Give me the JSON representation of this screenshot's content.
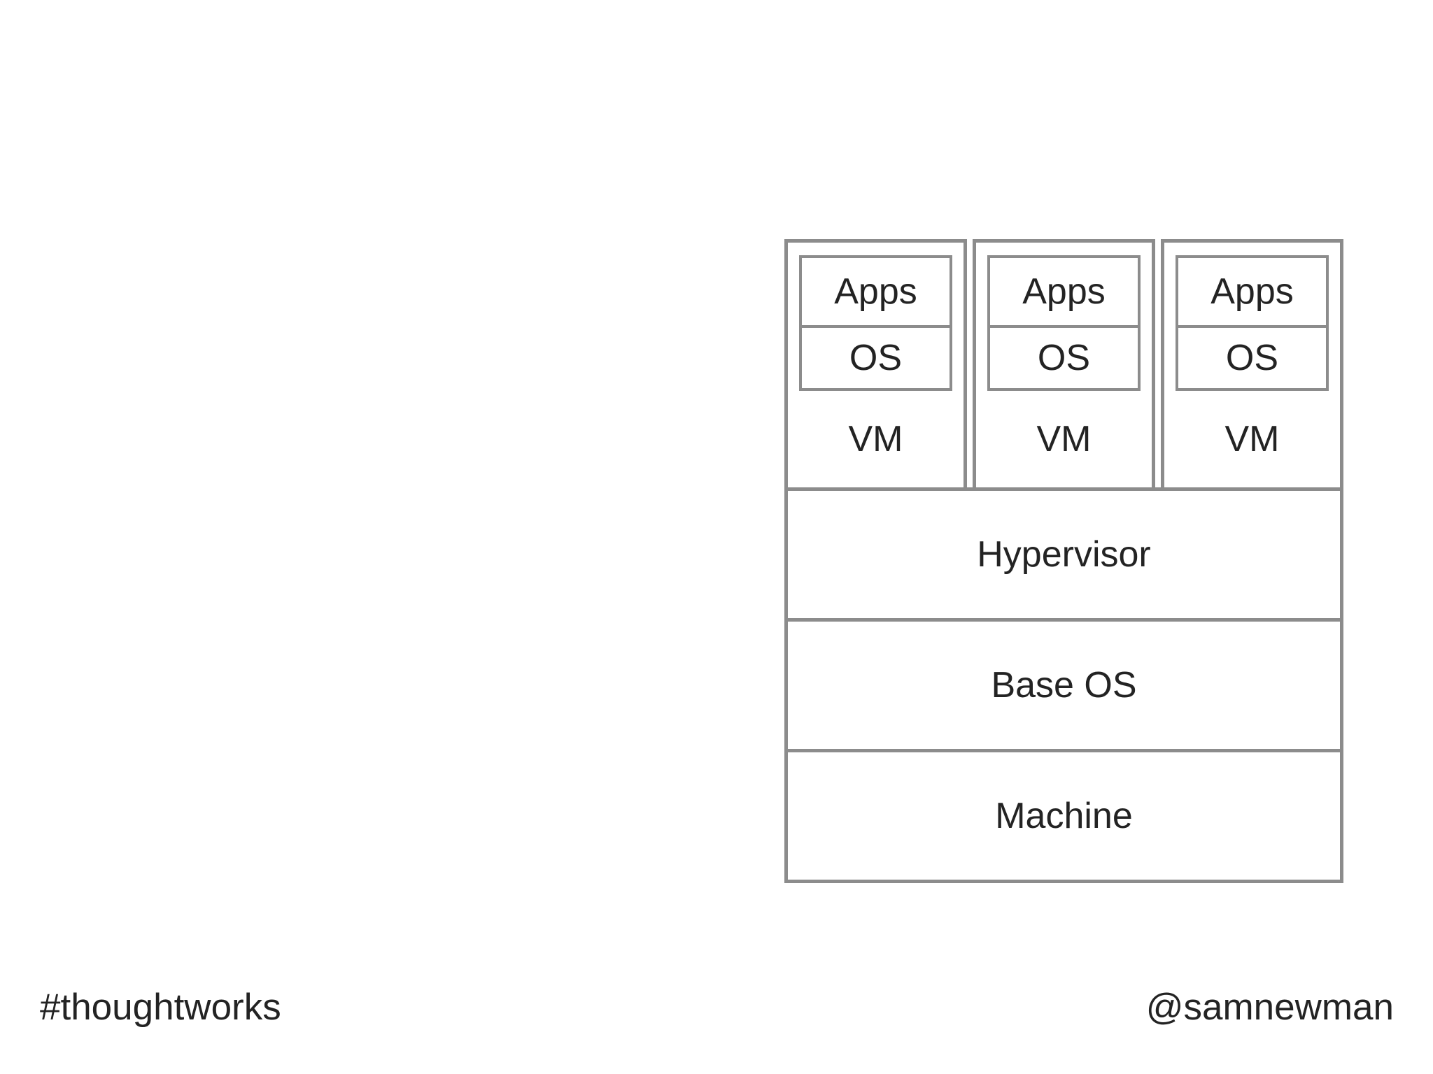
{
  "theme": {
    "background": "#ffffff",
    "line_color": "#8c8c8c",
    "text_color": "#232323"
  },
  "diagram": {
    "vms": [
      {
        "apps_label": "Apps",
        "os_label": "OS",
        "label": "VM"
      },
      {
        "apps_label": "Apps",
        "os_label": "OS",
        "label": "VM"
      },
      {
        "apps_label": "Apps",
        "os_label": "OS",
        "label": "VM"
      }
    ],
    "layers": [
      {
        "label": "Hypervisor"
      },
      {
        "label": "Base OS"
      },
      {
        "label": "Machine"
      }
    ]
  },
  "footer": {
    "left": "#thoughtworks",
    "right": "@samnewman"
  }
}
